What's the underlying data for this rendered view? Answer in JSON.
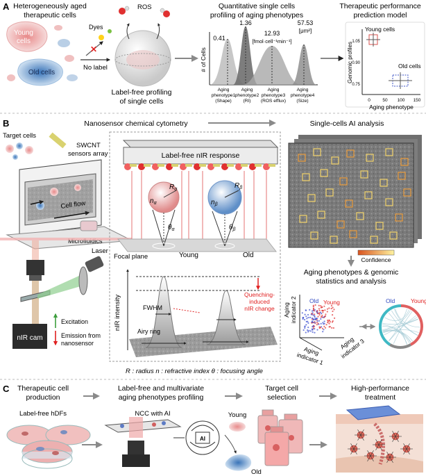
{
  "panels": {
    "a": {
      "letter": "A",
      "title_left": [
        "Heterogeneously aged",
        "therapeutic cells"
      ],
      "young_label": [
        "Young",
        "cells"
      ],
      "old_label": "Old cells",
      "dyes_label": "Dyes",
      "no_label": "No label",
      "ros_label": "ROS",
      "profiling_caption": [
        "Label-free profiling",
        "of single cells"
      ],
      "quant_title": [
        "Quantitative single cells",
        "profiling of aging phenotypes"
      ],
      "y_axis": "# of Cells",
      "peak_values": [
        "0.41",
        "1.36",
        "12.93",
        "57.53"
      ],
      "units": [
        "[fmol·cell⁻¹min⁻¹]",
        "[μm²]"
      ],
      "phenotypes": [
        [
          "Aging",
          "phenotype1",
          "(Shape)"
        ],
        [
          "Aging",
          "phenotype2",
          "(RI)"
        ],
        [
          "Aging",
          "phenotype3",
          "(ROS efflux)"
        ],
        [
          "Aging",
          "phenotype4",
          "(Size)"
        ]
      ],
      "model_title": [
        "Therapeutic performance",
        "prediction model"
      ],
      "model_chart": {
        "xlabel": "Aging phenotype",
        "ylabel": "Genomic profiles",
        "xticks": [
          "0",
          "50",
          "100",
          "150"
        ],
        "yticks": [
          "0.75",
          "0.90",
          "1.05"
        ],
        "young_label": "Young cells",
        "old_label": "Old cells",
        "young_color": "#d9534f",
        "old_color": "#3b52c4"
      }
    },
    "b": {
      "letter": "B",
      "title": "Nanosensor chemical cytometry",
      "ai_title": "Single-cells AI analysis",
      "target_cells": "Target cells",
      "swcnt": [
        "SWCNT",
        "sensors array"
      ],
      "cell_flow": "Cell flow",
      "microfluidics": "Microfluidics",
      "laser": "Laser",
      "nir_cam": "nIR cam",
      "excitation": "Excitation",
      "emission": [
        "Emission from",
        "nanosensor"
      ],
      "nir_response": "Label-free nIR response",
      "focal_plane": "Focal plane",
      "young": "Young",
      "old": "Old",
      "r_alpha": "R",
      "r_beta": "R",
      "n_alpha": "n",
      "n_beta": "n",
      "theta_alpha": "θ",
      "theta_beta": "θ",
      "sub_alpha": "α",
      "sub_beta": "β",
      "nir_intensity": "nIR intensity",
      "fwhm": "FWHM",
      "airy_ring": "Airy ring",
      "quench": [
        "Quenching-",
        "induced",
        "nIR change"
      ],
      "legend_line": "R : radius  n : refractive index  θ : focusing angle",
      "confidence": "Confidence",
      "stats_title": [
        "Aging phenotypes & genomic",
        "statistics and analysis"
      ],
      "scatter_old": "Old",
      "scatter_young": "Young",
      "axis_1": [
        "Aging",
        "indicator 1"
      ],
      "axis_2": [
        "Aging",
        "indicator 2"
      ],
      "axis_3": [
        "Aging",
        "indicator 3"
      ],
      "chord_old": "Old",
      "chord_young": "Young"
    },
    "c": {
      "letter": "C",
      "step1": [
        "Therapeutic cell",
        "production"
      ],
      "step1_sub": "Label-free hDFs",
      "step2": [
        "Label-free and multivariate",
        "aging phenotypes profiling"
      ],
      "step2_sub": "NCC with AI",
      "ai_chip": "AI",
      "young": "Young",
      "old": "Old",
      "step3": [
        "Target cell",
        "selection"
      ],
      "step4": [
        "High-performance",
        "treatment"
      ]
    }
  },
  "colors": {
    "young": "#e05a5a",
    "old": "#3a74b8",
    "red_accent": "#e02020",
    "laser_green": "#4fae4f",
    "laser_red": "#f0a0a0"
  }
}
